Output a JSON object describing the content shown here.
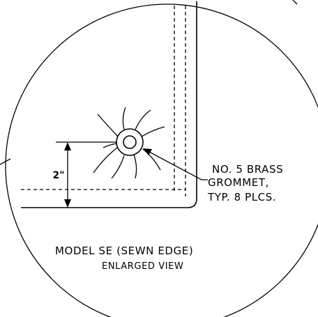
{
  "callout": {
    "line1": "NO. 5 BRASS",
    "line2": "GROMMET,",
    "line3": "TYP. 8 PLCS."
  },
  "dimension": {
    "label": "2\""
  },
  "caption": {
    "title": "MODEL SE (SEWN EDGE)",
    "subtitle": "ENLARGED VIEW"
  }
}
